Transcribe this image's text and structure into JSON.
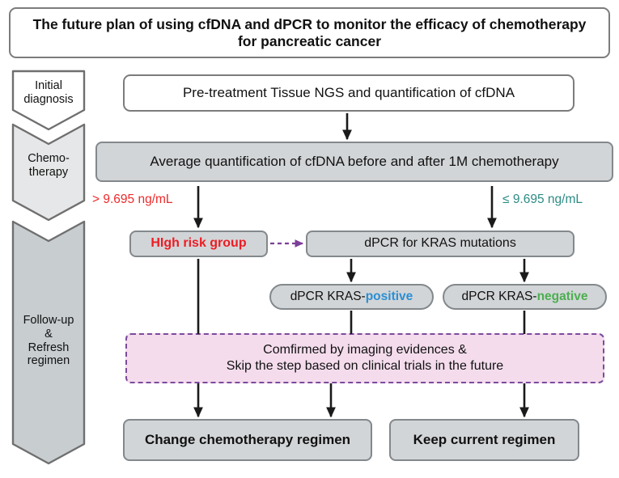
{
  "title": {
    "text": "The future plan of using cfDNA and dPCR to monitor the efficacy of chemotherapy for pancreatic cancer"
  },
  "stages": [
    {
      "id": "initial-diagnosis",
      "label": "Initial\ndiagnosis",
      "fill": "#ffffff",
      "stroke": "#6f6f6f"
    },
    {
      "id": "chemotherapy",
      "label": "Chemo-\ntherapy",
      "fill": "#e6e7e8",
      "stroke": "#6f6f6f"
    },
    {
      "id": "follow-up",
      "label": "Follow-up\n&\nRefresh\nregimen",
      "fill": "#c8cdd0",
      "stroke": "#6f6f6f"
    }
  ],
  "nodes": {
    "pretreatment": "Pre-treatment Tissue NGS and quantification of cfDNA",
    "average": "Average quantification of cfDNA before and after 1M chemotherapy",
    "high_risk": "HIgh risk group",
    "dpcr": "dPCR for KRAS mutations",
    "kras_positive_prefix": "dPCR KRAS-",
    "kras_positive_word": "positive",
    "kras_negative_prefix": "dPCR KRAS-",
    "kras_negative_word": "negative",
    "confirm_line1": "Comfirmed by imaging evidences &",
    "confirm_line2": "Skip the step based on clinical trials in the future",
    "change_regimen": "Change chemotherapy regimen",
    "keep_regimen": "Keep current regimen"
  },
  "thresholds": {
    "high": "> 9.695 ng/mL",
    "low": "≤ 9.695 ng/mL"
  },
  "colors": {
    "high_risk_red": "#ed1c24",
    "threshold_high_red": "#ee2a2a",
    "threshold_low_teal": "#2d8b84",
    "kras_positive_blue": "#2b8fd4",
    "kras_negative_green": "#4caf50",
    "confirm_fill": "#f4dced",
    "confirm_border": "#7b4b9c",
    "box_gray_fill": "#d2d5d7",
    "box_gray_border": "#83888c",
    "arrow_black": "#1a1a1a",
    "dashed_arrow_purple": "#7b3f98"
  },
  "connectors": [
    {
      "name": "pretreatment-to-average",
      "style": "solid-arrow",
      "color": "#1a1a1a"
    },
    {
      "name": "average-to-high-risk",
      "style": "solid-arrow",
      "color": "#1a1a1a"
    },
    {
      "name": "average-to-dpcr",
      "style": "solid-arrow",
      "color": "#1a1a1a"
    },
    {
      "name": "high-risk-to-dpcr",
      "style": "dashed-arrow",
      "color": "#7b3f98"
    },
    {
      "name": "dpcr-to-kras-positive",
      "style": "solid-arrow",
      "color": "#1a1a1a"
    },
    {
      "name": "dpcr-to-kras-negative",
      "style": "solid-arrow",
      "color": "#1a1a1a"
    },
    {
      "name": "high-risk-to-confirm",
      "style": "solid-line",
      "color": "#1a1a1a"
    },
    {
      "name": "kras-positive-to-confirm",
      "style": "solid-line",
      "color": "#1a1a1a"
    },
    {
      "name": "kras-negative-to-confirm",
      "style": "solid-line",
      "color": "#1a1a1a"
    },
    {
      "name": "confirm-to-change-left",
      "style": "solid-arrow",
      "color": "#1a1a1a"
    },
    {
      "name": "confirm-to-change-right",
      "style": "solid-arrow",
      "color": "#1a1a1a"
    },
    {
      "name": "confirm-to-keep",
      "style": "solid-arrow",
      "color": "#1a1a1a"
    }
  ]
}
